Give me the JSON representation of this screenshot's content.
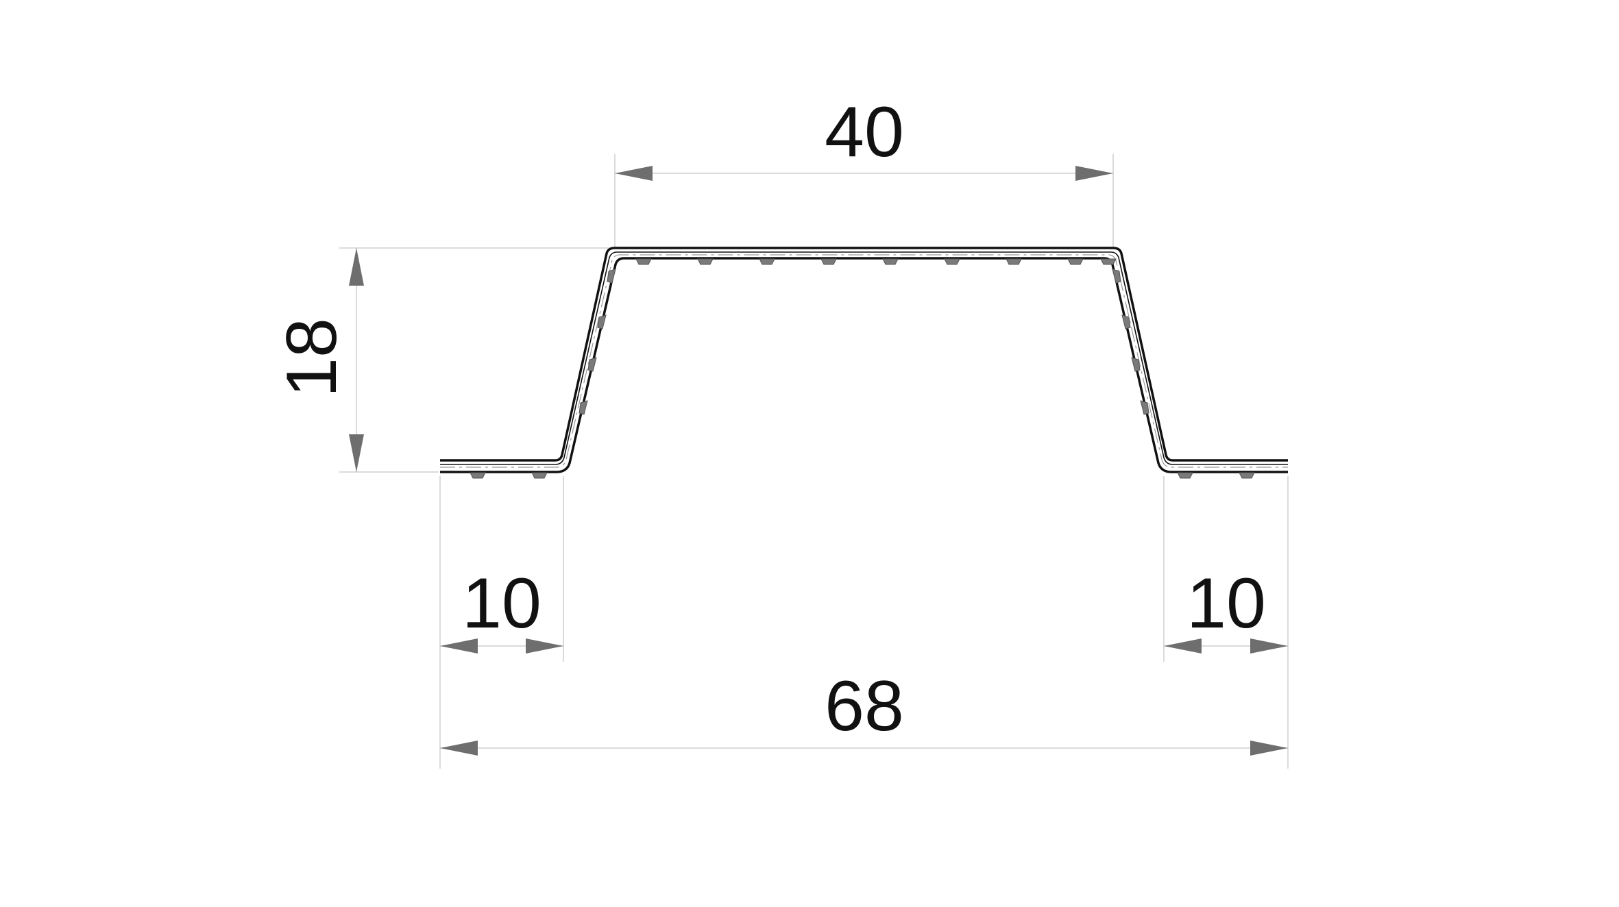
{
  "drawing": {
    "dimensions": {
      "top_width": "40",
      "height": "18",
      "left_flange": "10",
      "right_flange": "10",
      "total_width": "68"
    },
    "colors": {
      "profile": "#111111",
      "dimension_lines": "#cfcfcf",
      "arrows": "#6e6e6e",
      "teeth": "#7a7a7a"
    }
  }
}
